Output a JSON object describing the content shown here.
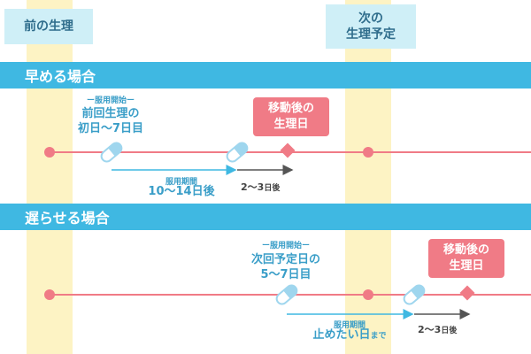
{
  "top_labels": {
    "previous": "前の生理",
    "next_line1": "次の",
    "next_line2": "生理予定"
  },
  "section_early": {
    "title": "早める場合",
    "start_caption": "ー服用開始ー",
    "start_line1": "前回生理の",
    "start_line2": "初日〜7日目",
    "moved_line1": "移動後の",
    "moved_line2": "生理日",
    "period_label": "服用期間",
    "period_value": "10〜14日後",
    "after_value": "2〜3",
    "after_unit": "日後"
  },
  "section_late": {
    "title": "遅らせる場合",
    "start_caption": "ー服用開始ー",
    "start_line1": "次回予定日の",
    "start_line2": "5〜7日目",
    "moved_line1": "移動後の",
    "moved_line2": "生理日",
    "period_label": "服用期間",
    "period_value": "止めたい日",
    "period_suffix": "まで",
    "after_value": "2〜3",
    "after_unit": "日後"
  },
  "colors": {
    "column": "#fdf3c4",
    "band": "#3fb8e2",
    "timeline": "#f07b86",
    "arrow_blue": "#3fb8e2",
    "arrow_gray": "#555555",
    "pill_blue": "#9fd6ee"
  }
}
